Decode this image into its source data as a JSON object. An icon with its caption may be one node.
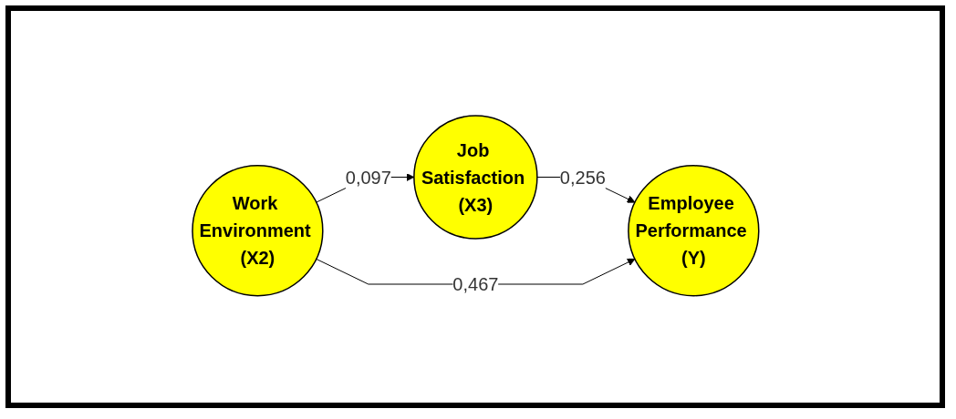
{
  "diagram": {
    "nodes": [
      {
        "text": [
          "Work Environment (X2)"
        ]
      },
      {
        "text": [
          "Job Satisfaction (X3)"
        ]
      },
      {
        "text": [
          "Employee Performance (Y)"
        ]
      }
    ],
    "edges": [
      {
        "from": 0,
        "to": 1,
        "arrow": "to",
        "label": "0,097"
      },
      {
        "from": 1,
        "to": 2,
        "arrow": "to",
        "label": "0,256"
      },
      {
        "from": 0,
        "to": 2,
        "arrow": "to",
        "label": "0,467"
      }
    ]
  }
}
